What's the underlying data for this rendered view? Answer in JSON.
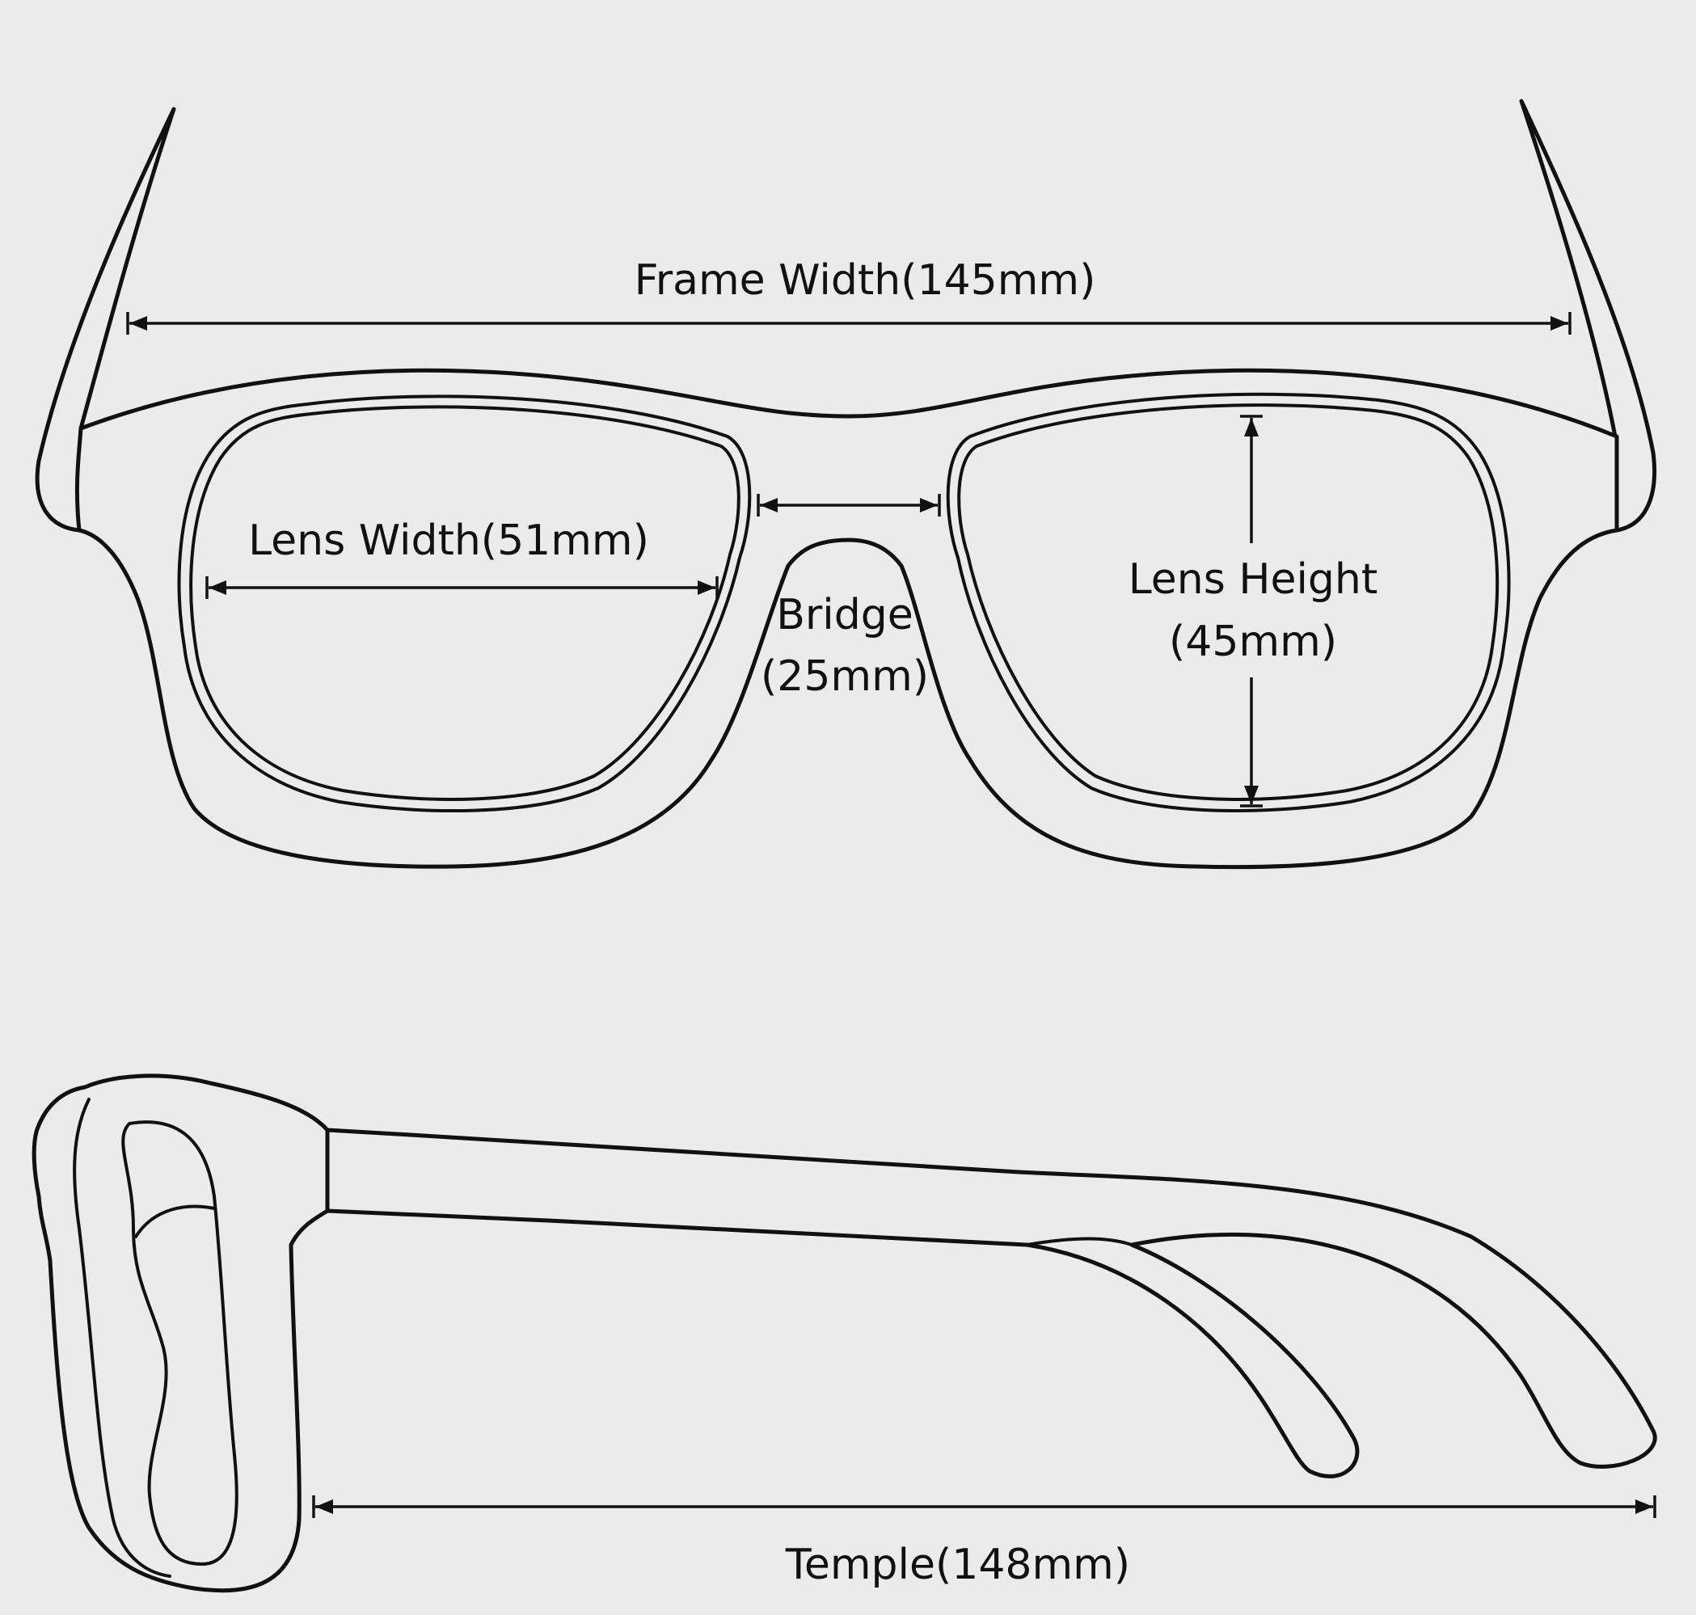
{
  "labels": {
    "frame_width": "Frame Width(145mm)",
    "lens_width": "Lens Width(51mm)",
    "bridge": "Bridge",
    "bridge_value": "(25mm)",
    "lens_height": "Lens Height",
    "lens_height_value": "(45mm)",
    "temple": "Temple(148mm)"
  },
  "colors": {
    "line": "#111111",
    "background": "#ebebeb"
  }
}
